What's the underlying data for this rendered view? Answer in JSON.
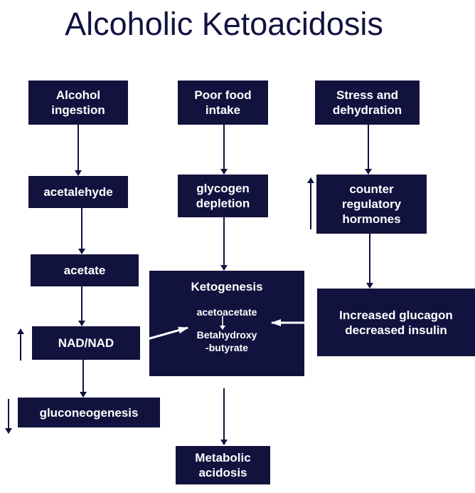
{
  "title": "Alcoholic Ketoacidosis",
  "boxes": {
    "alcohol": [
      "Alcohol",
      "ingestion"
    ],
    "poor_food": [
      "Poor food",
      "intake"
    ],
    "stress": [
      "Stress and",
      "dehydration"
    ],
    "acetalehyde": "acetalehyde",
    "glycogen": [
      "glycogen",
      "depletion"
    ],
    "counter": [
      "counter",
      "regulatory",
      "hormones"
    ],
    "acetate": "acetate",
    "ketogenesis": {
      "title": "Ketogenesis",
      "sub1": "acetoacetate",
      "sub2": [
        "Betahydroxy",
        "-butyrate"
      ]
    },
    "glucagon": [
      "Increased glucagon",
      "decreased insulin"
    ],
    "nad": "NAD/NAD",
    "gluconeogenesis": "gluconeogenesis",
    "metabolic": [
      "Metabolic",
      "acidosis"
    ]
  },
  "colors": {
    "box": "#12123f",
    "arrow": "#12123f"
  }
}
